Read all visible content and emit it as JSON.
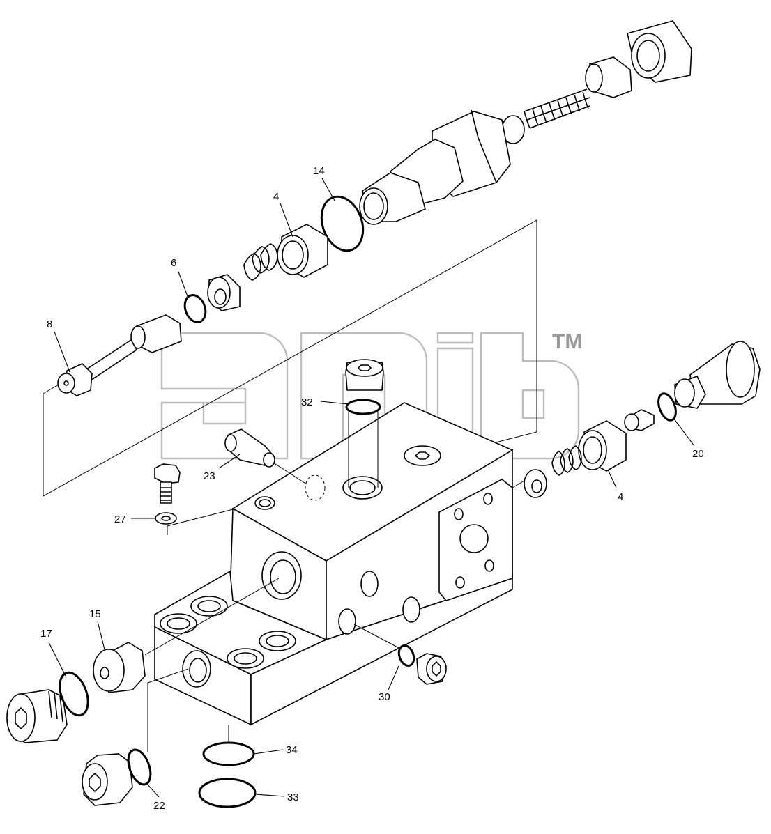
{
  "labels": {
    "l8": "8",
    "l6": "6",
    "l4a": "4",
    "l14": "14",
    "l32": "32",
    "l23": "23",
    "l27": "27",
    "l20": "20",
    "l4b": "4",
    "l15": "15",
    "l17": "17",
    "l30": "30",
    "l34": "34",
    "l33": "33",
    "l22": "22"
  },
  "watermark": {
    "trademark": "TM"
  },
  "colors": {
    "line": "#000000",
    "watermark": "#bdbdbd",
    "background": "#ffffff"
  }
}
